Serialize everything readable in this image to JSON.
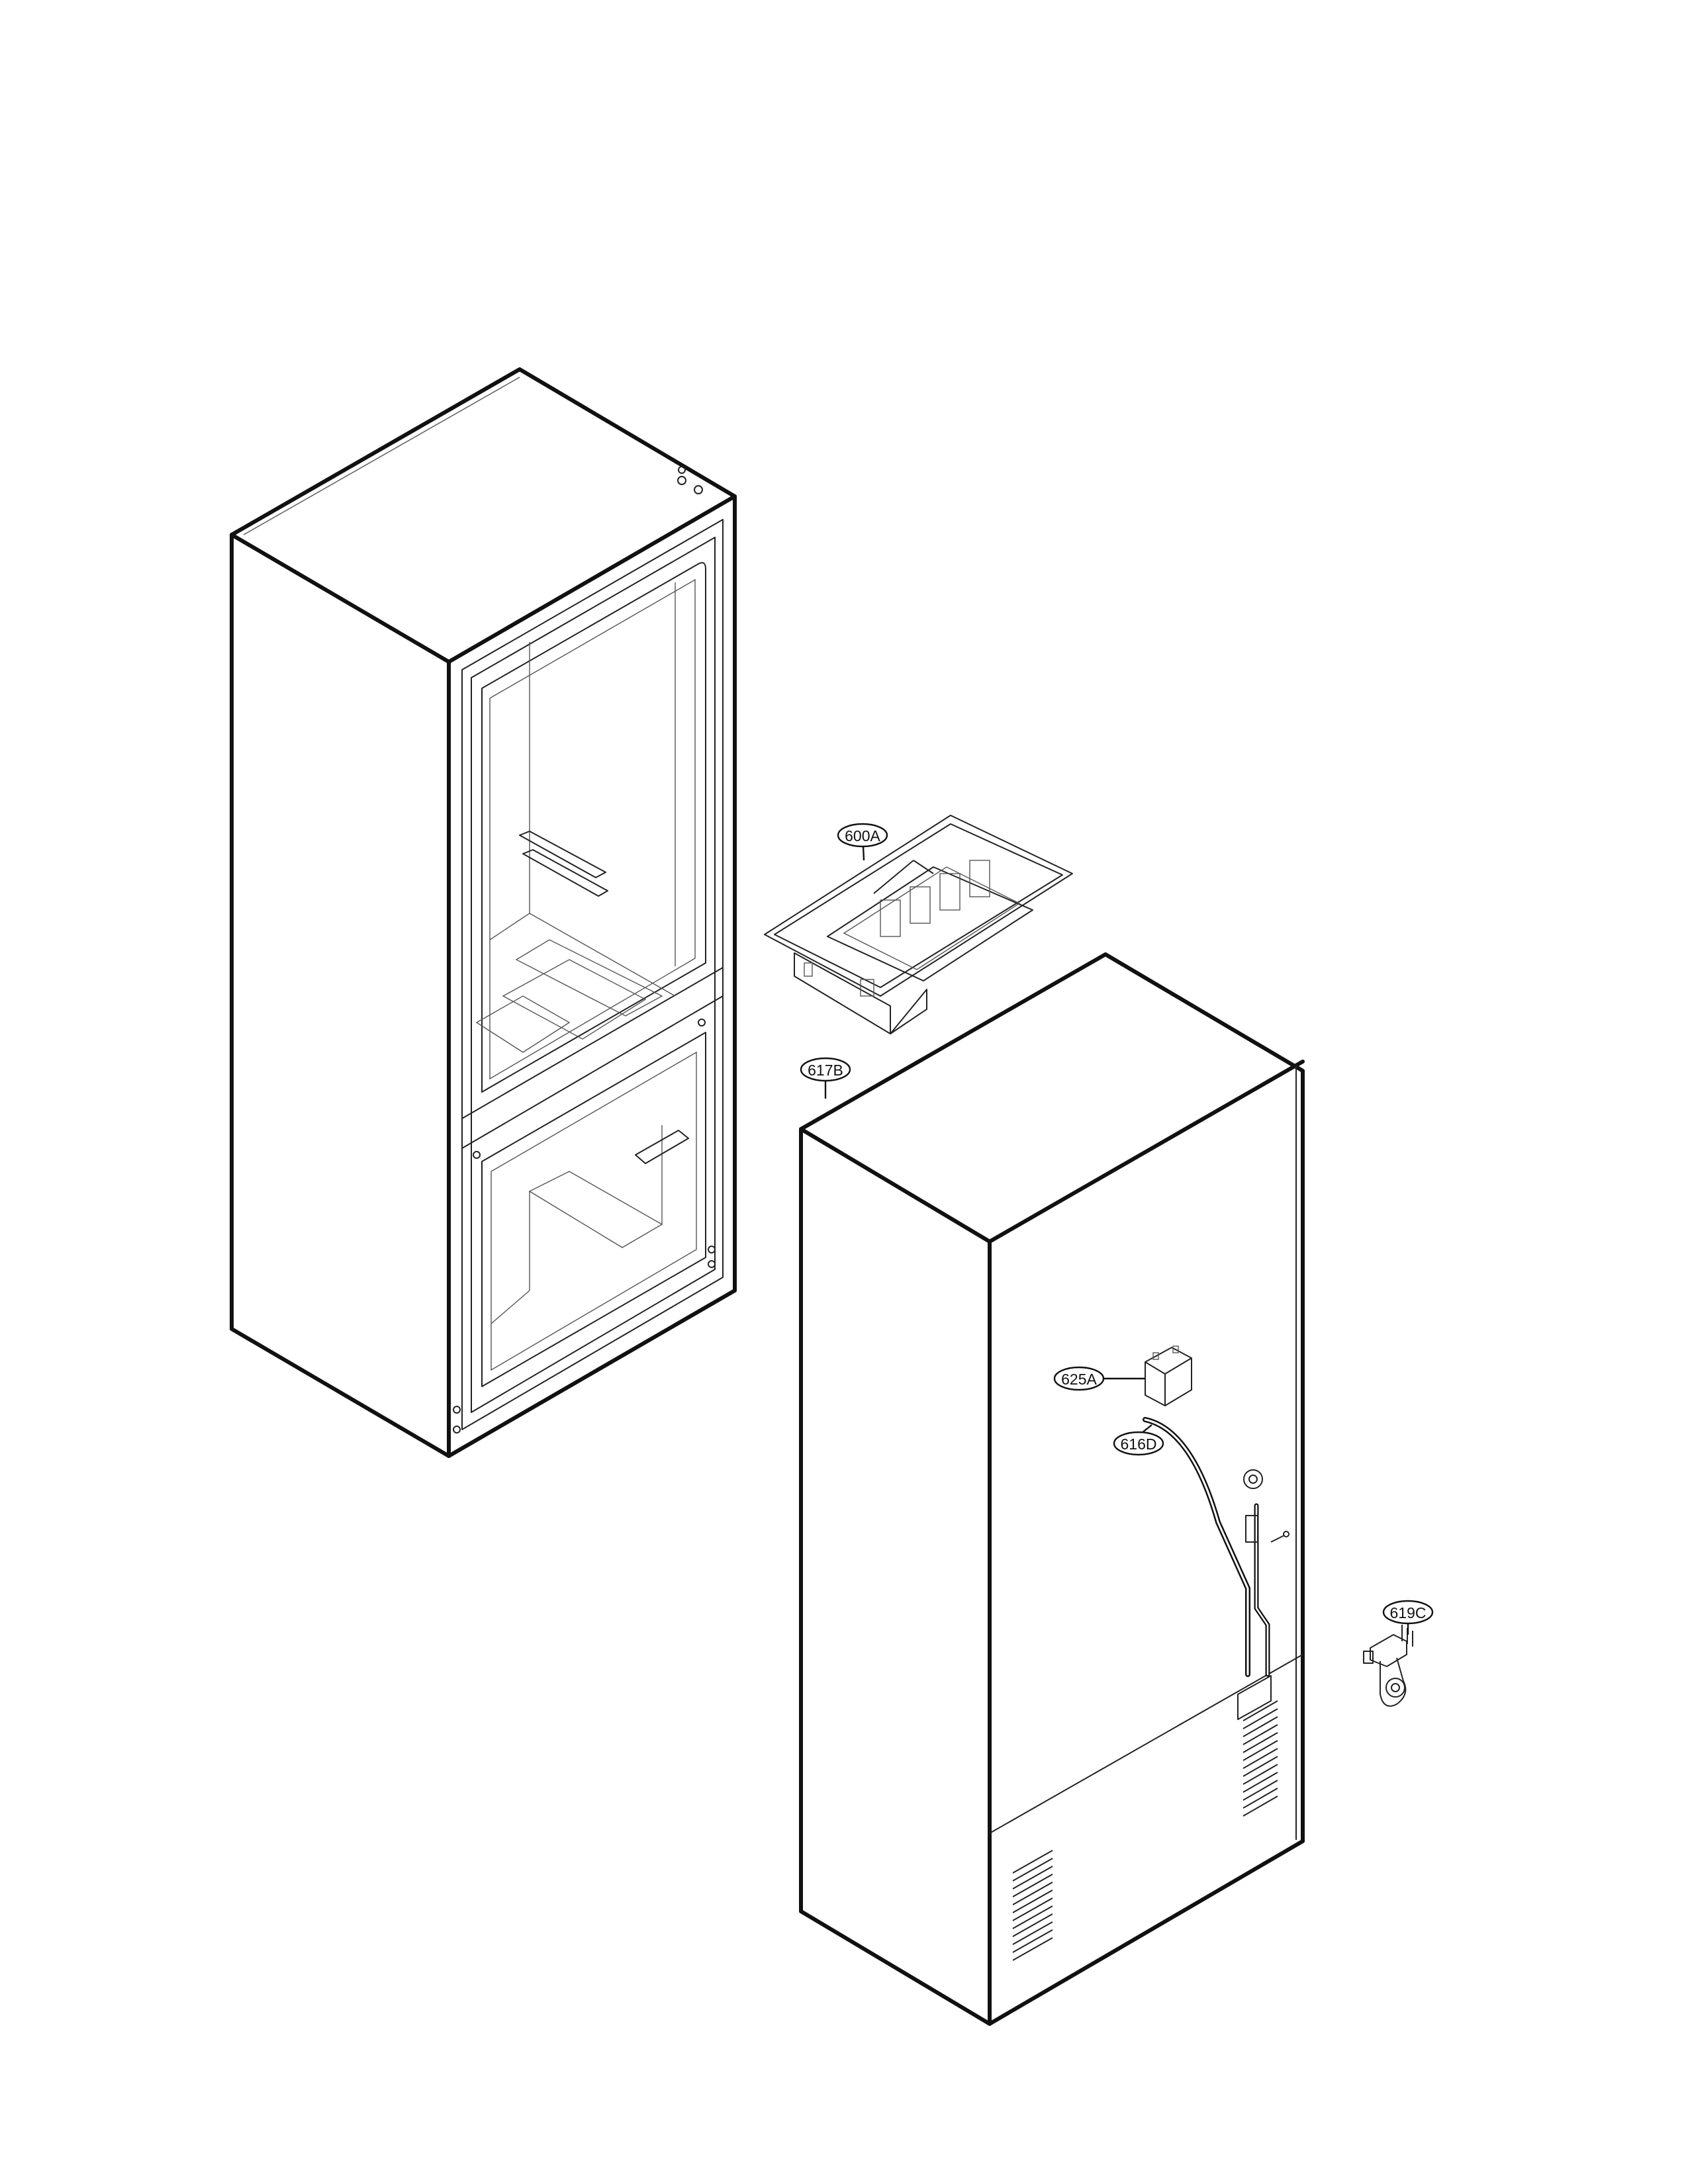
{
  "callouts": {
    "c600a": "600A",
    "c617b": "617B",
    "c625a": "625A",
    "c616d": "616D",
    "c619c": "619C"
  }
}
